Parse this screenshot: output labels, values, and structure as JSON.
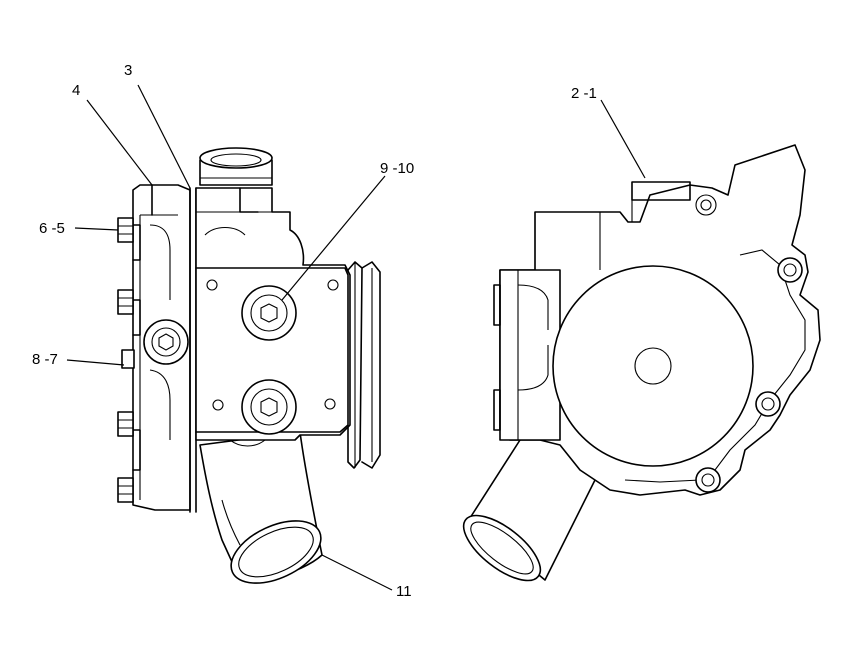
{
  "callouts": {
    "c3": "3",
    "c4": "4",
    "c6_5": "6 -5",
    "c8_7": "8 -7",
    "c9_10": "9 -10",
    "c11": "11",
    "c2_1": "2 -1"
  }
}
